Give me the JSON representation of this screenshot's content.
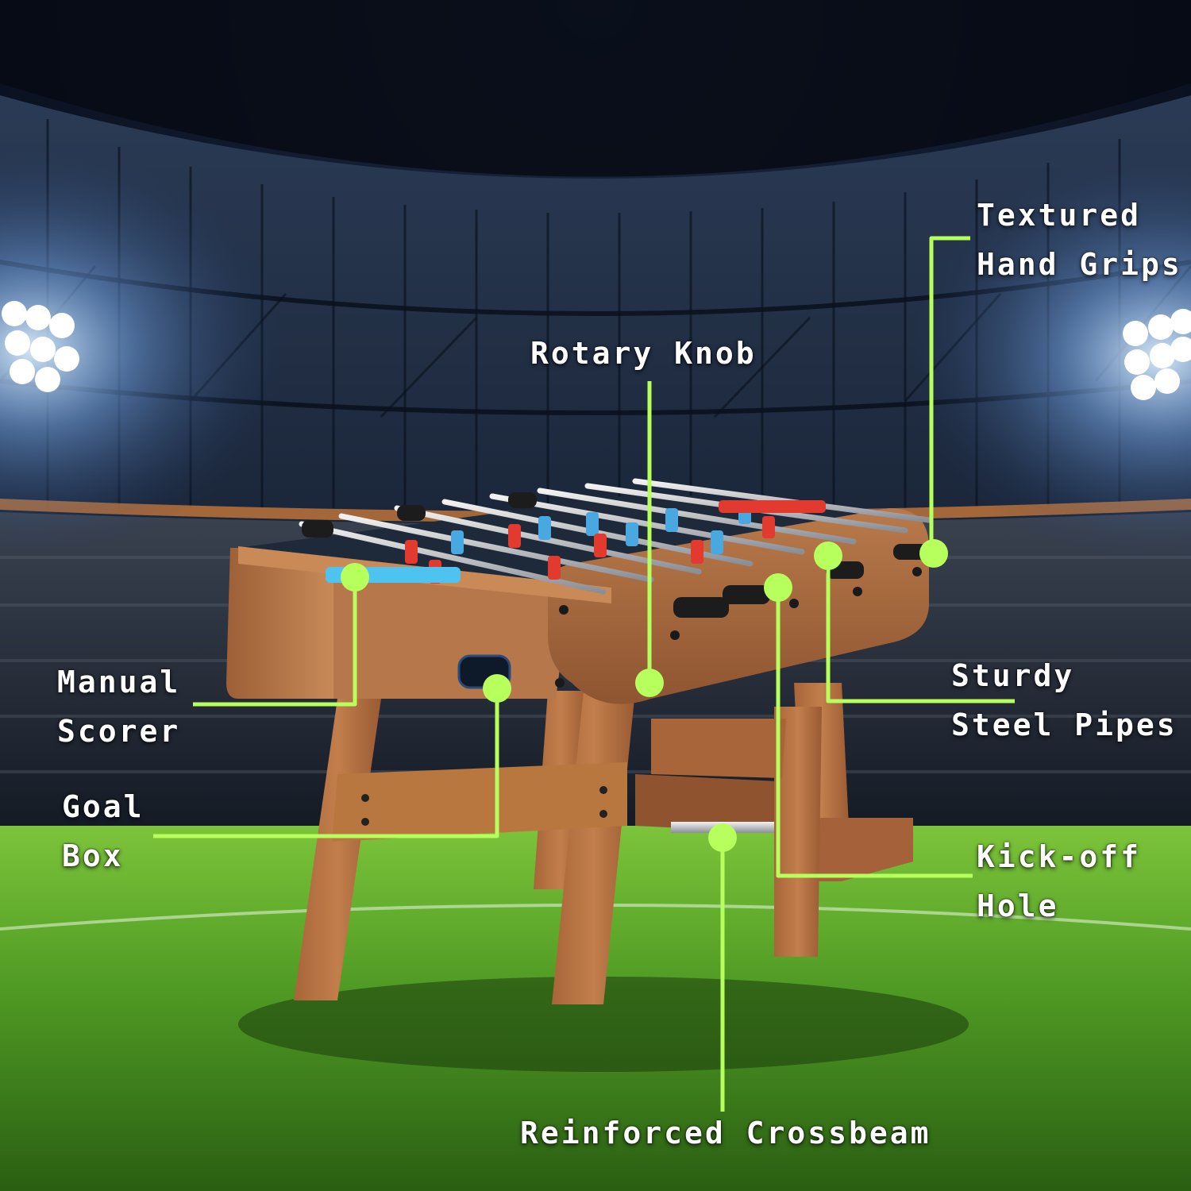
{
  "accent_color": "#b6ff5c",
  "callouts": [
    {
      "id": "textured-hand-grips",
      "lines": [
        "Textured",
        "Hand Grips"
      ]
    },
    {
      "id": "rotary-knob",
      "lines": [
        "Rotary Knob"
      ]
    },
    {
      "id": "manual-scorer",
      "lines": [
        "Manual",
        "Scorer"
      ]
    },
    {
      "id": "goal-box",
      "lines": [
        "Goal",
        "Box"
      ]
    },
    {
      "id": "sturdy-steel-pipes",
      "lines": [
        "Sturdy",
        "Steel Pipes"
      ]
    },
    {
      "id": "kick-off-hole",
      "lines": [
        "Kick-off",
        "Hole"
      ]
    },
    {
      "id": "reinforced-crossbeam",
      "lines": [
        "Reinforced Crossbeam"
      ]
    }
  ]
}
